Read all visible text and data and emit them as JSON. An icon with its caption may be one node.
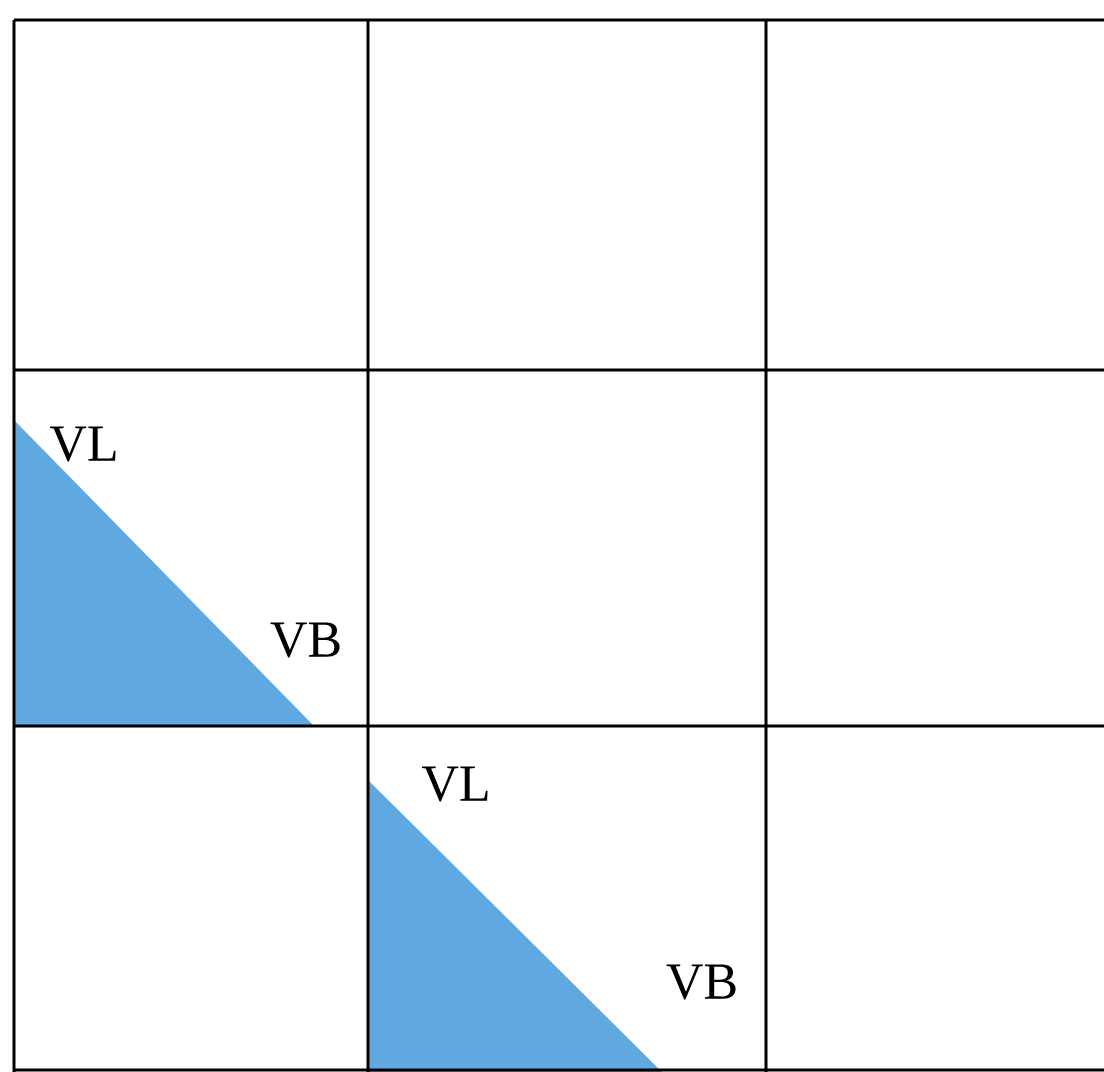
{
  "diagram": {
    "labels": [
      "VL",
      "VB",
      "VL",
      "VB"
    ]
  }
}
